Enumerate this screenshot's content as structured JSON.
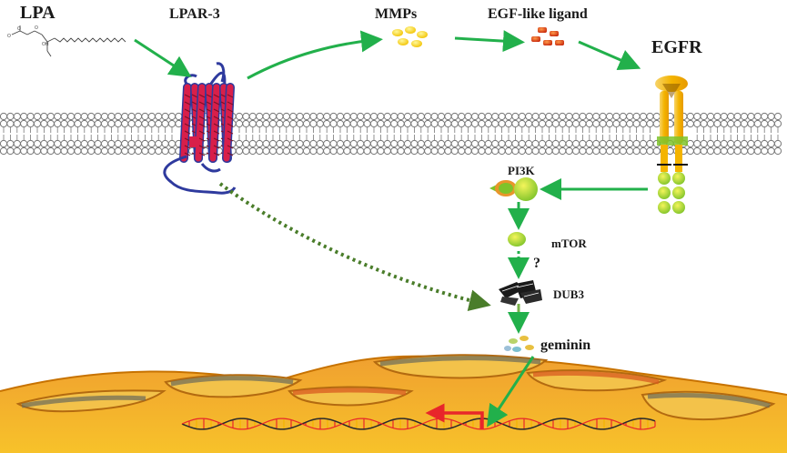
{
  "labels": {
    "lpa": "LPA",
    "lpar3": "LPAR-3",
    "mmps": "MMPs",
    "egf_ligand": "EGF-like ligand",
    "egfr": "EGFR",
    "pi3k": "PI3K",
    "mtor": "mTOR",
    "question": "?",
    "dub3": "DUB3",
    "geminin": "geminin"
  },
  "colors": {
    "arrow_green": "#22b04b",
    "arrow_dark_green": "#4a7d2a",
    "repression_red": "#e8262a",
    "membrane_gray": "#8a8a8a",
    "receptor_red": "#d81f4a",
    "receptor_blue": "#2e3a9e",
    "nucleus_orange": "#e8962a",
    "nucleus_yellow": "#f5c518",
    "mmp_yellow": "#ffe100",
    "ligand_red": "#e2401c"
  },
  "icons": {
    "lpa_molecule": "lpa-structure-icon",
    "receptor": "gpcr-icon",
    "dna": "dna-helix-icon"
  }
}
